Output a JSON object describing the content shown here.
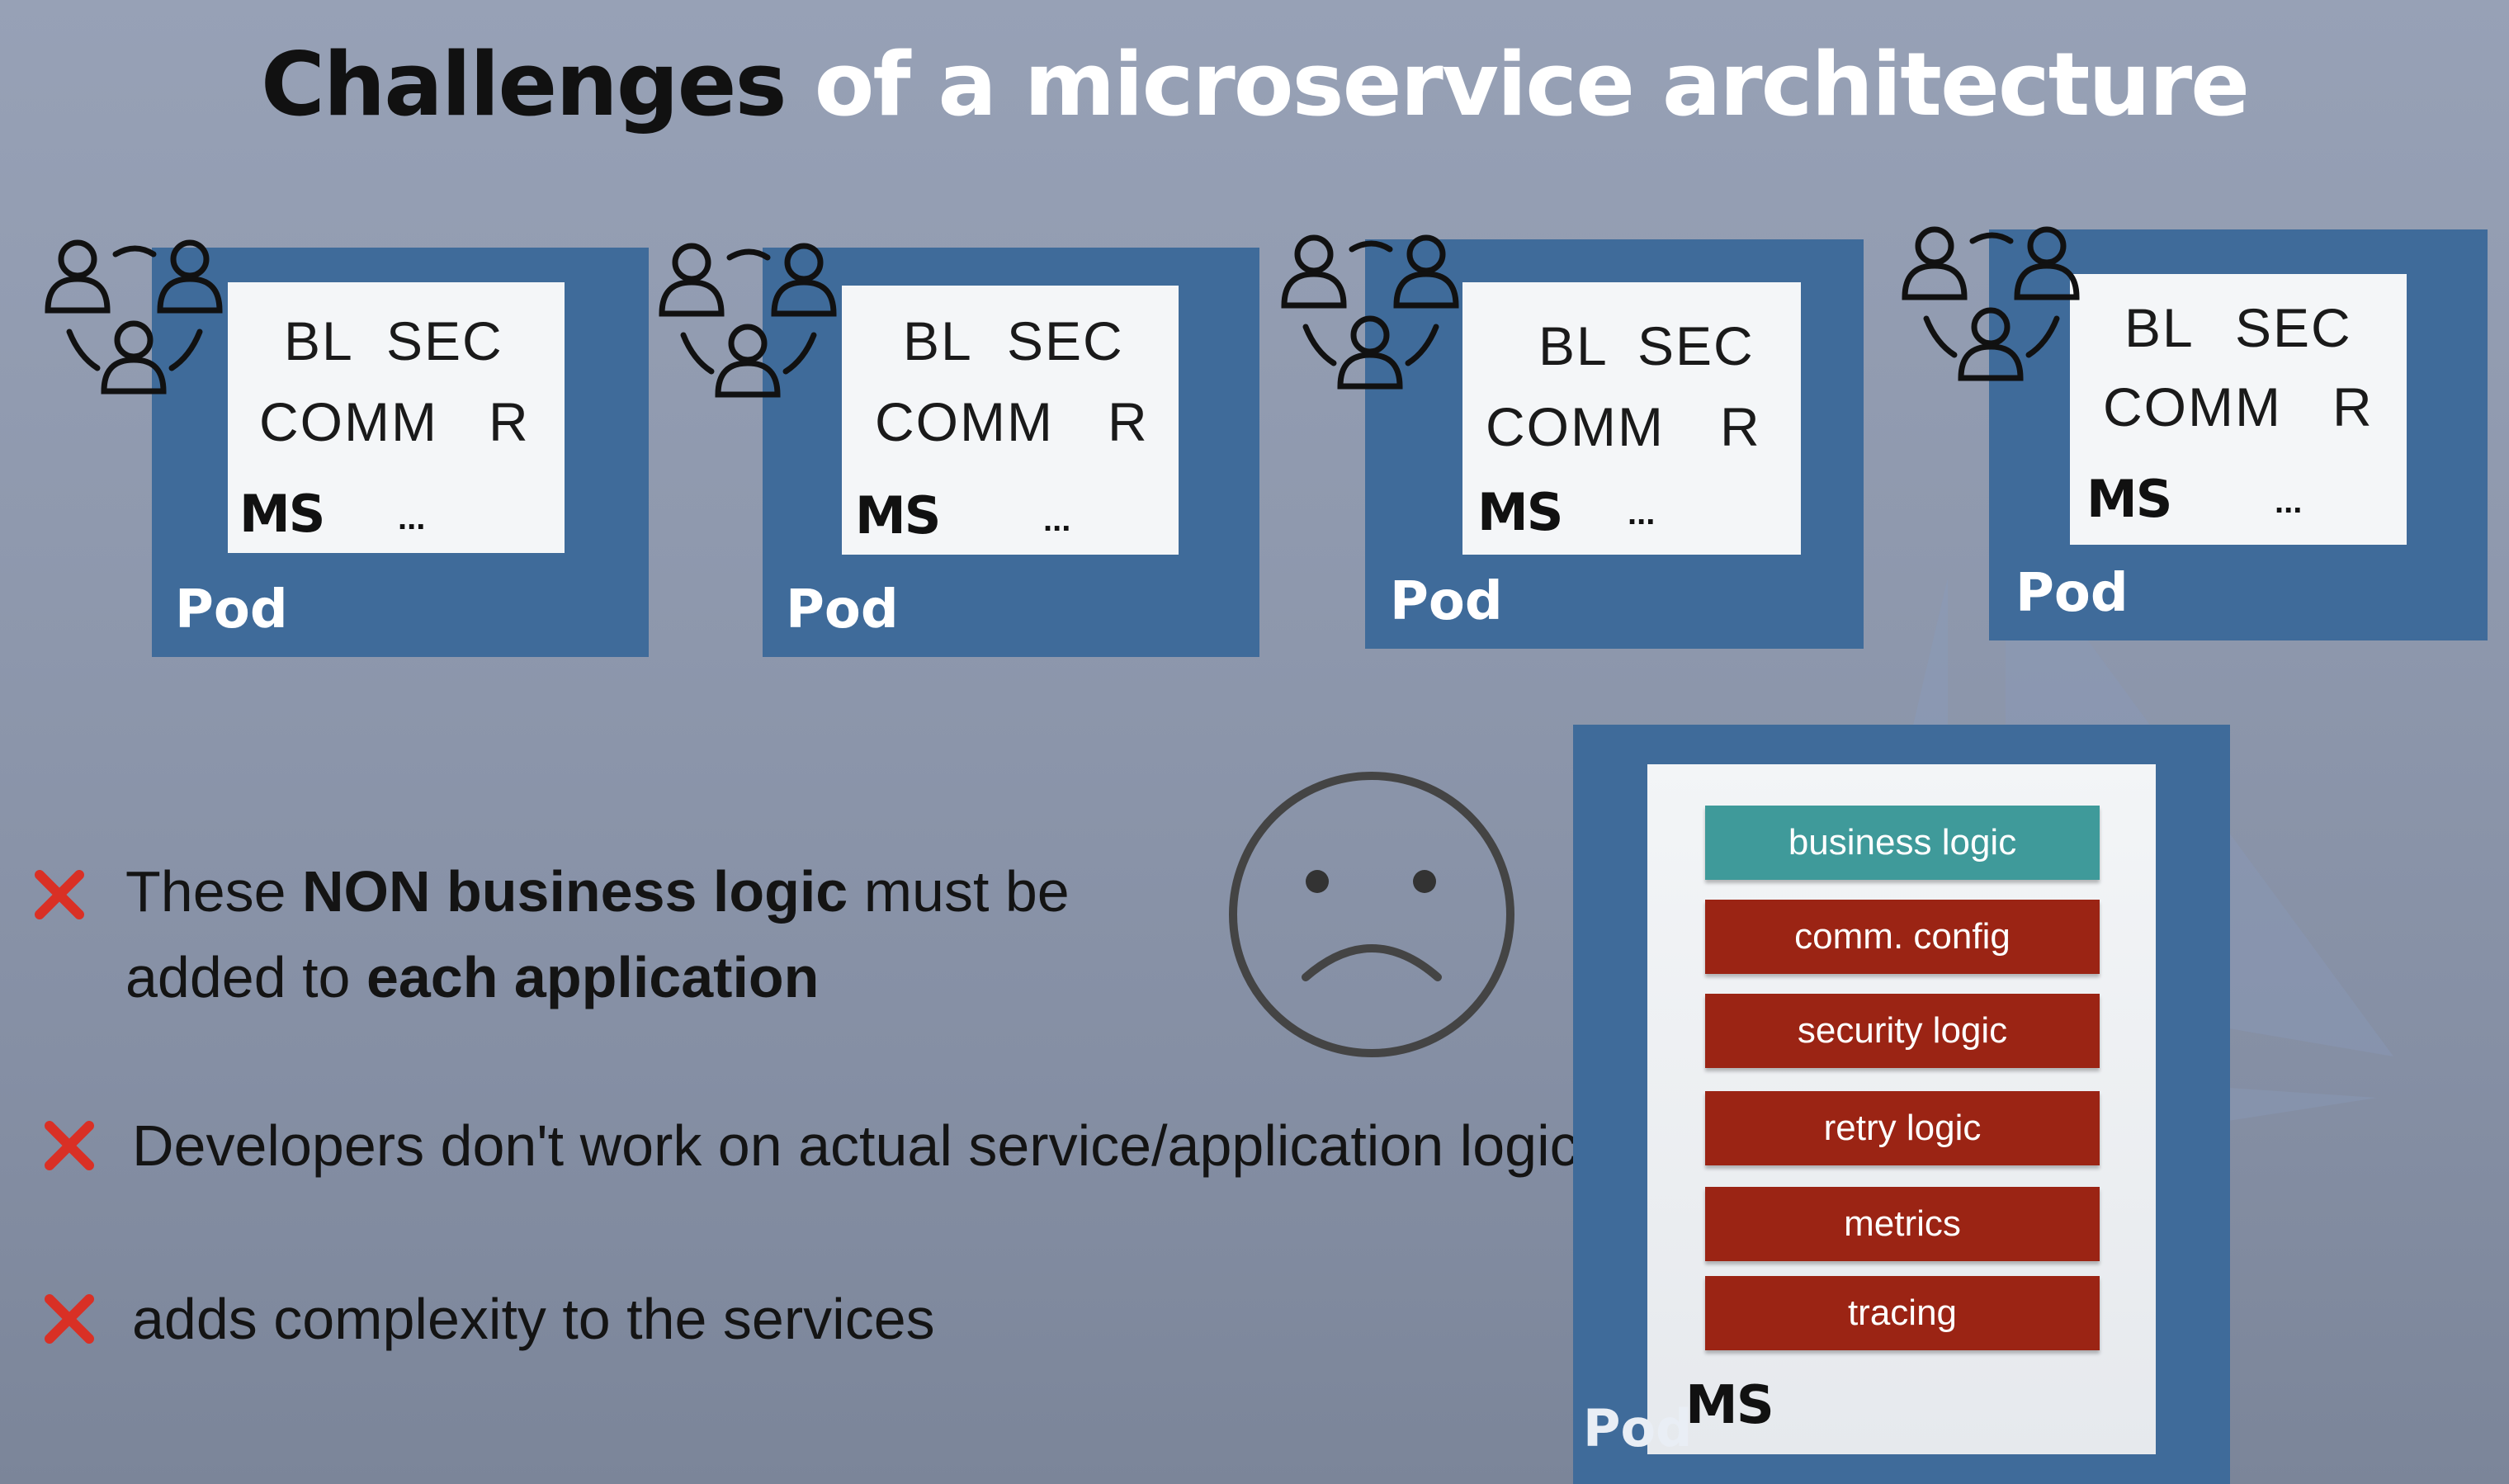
{
  "title": {
    "part1": "Challenges",
    "part2": "of a microservice architecture"
  },
  "pods": [
    {
      "row1": [
        "BL",
        "SEC"
      ],
      "row2": [
        "COMM",
        "R"
      ],
      "ms": "MS",
      "more": "...",
      "pod": "Pod"
    },
    {
      "row1": [
        "BL",
        "SEC"
      ],
      "row2": [
        "COMM",
        "R"
      ],
      "ms": "MS",
      "more": "...",
      "pod": "Pod"
    },
    {
      "row1": [
        "BL",
        "SEC"
      ],
      "row2": [
        "COMM",
        "R"
      ],
      "ms": "MS",
      "more": "...",
      "pod": "Pod"
    },
    {
      "row1": [
        "BL",
        "SEC"
      ],
      "row2": [
        "COMM",
        "R"
      ],
      "ms": "MS",
      "more": "...",
      "pod": "Pod"
    }
  ],
  "bullets": [
    {
      "icon": "x-mark-icon",
      "line1": {
        "pre": "These ",
        "bold": "NON business logic",
        "post": " must be"
      },
      "line2": {
        "pre": "added to ",
        "bold": "each application"
      }
    },
    {
      "icon": "x-mark-icon",
      "text": "Developers don't work on actual service/application logic"
    },
    {
      "icon": "x-mark-icon",
      "text": "adds complexity to the services"
    }
  ],
  "sad_face_icon": "sad-face-icon",
  "detail_pod": {
    "layers": [
      "business logic",
      "comm. config",
      "security logic",
      "retry logic",
      "metrics",
      "tracing"
    ],
    "ms": "MS",
    "pod": "Pod"
  },
  "colors": {
    "pod_blue": "#3f6b9a",
    "teal": "#3f9a9a",
    "red": "#9b2414",
    "x_red": "#d93025",
    "title_dark": "#111111",
    "title_light": "#ffffff"
  }
}
